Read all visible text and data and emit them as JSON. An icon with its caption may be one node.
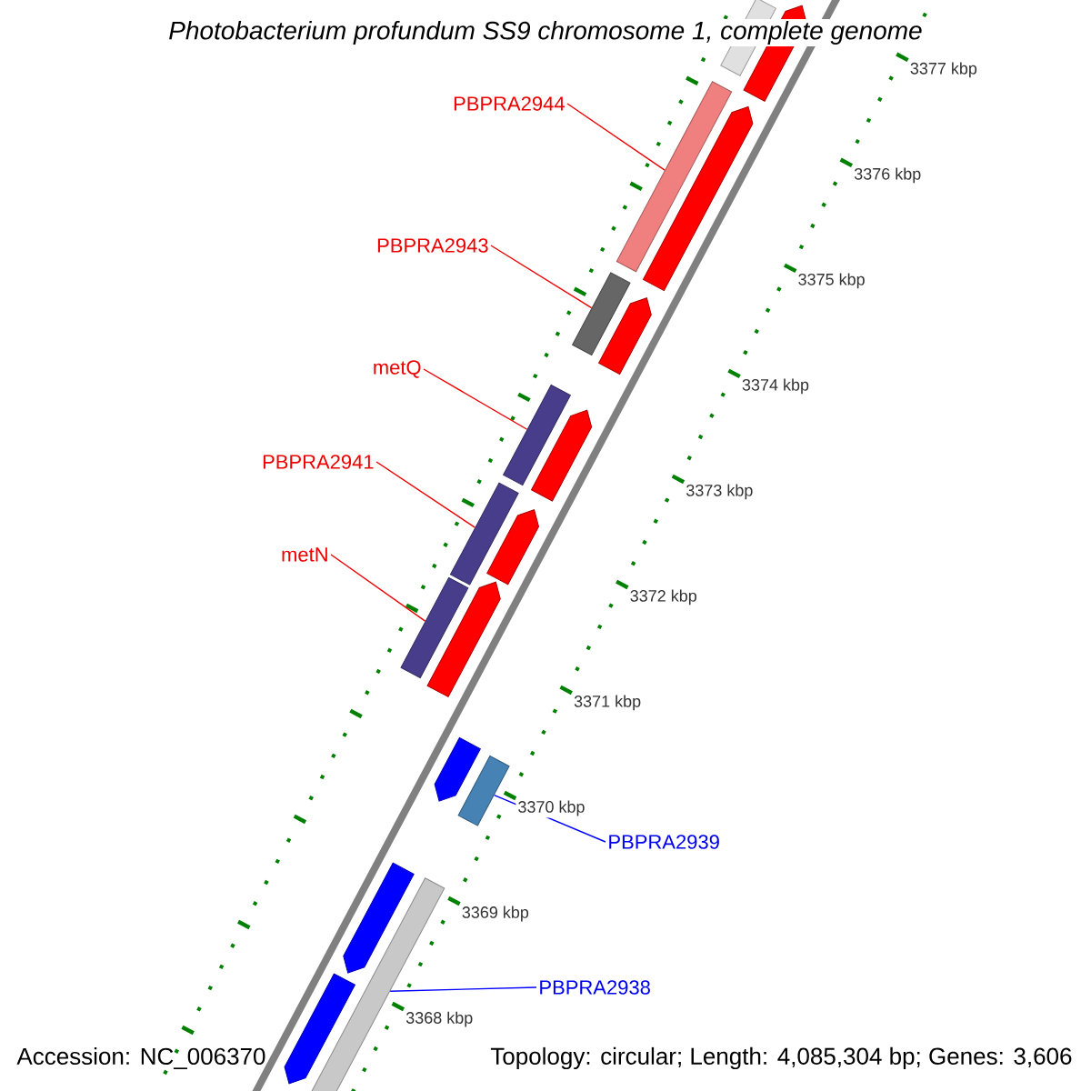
{
  "diagram": {
    "title": "Photobacterium profundum SS9 chromosome 1, complete genome",
    "nodes": [
      {
        "text": [
          "PBPRA2944"
        ]
      },
      {
        "text": [
          "PBPRA2943"
        ]
      },
      {
        "text": [
          "metQ"
        ]
      },
      {
        "text": [
          "PBPRA2941"
        ]
      },
      {
        "text": [
          "metN"
        ]
      },
      {
        "text": [
          "PBPRA2939"
        ]
      },
      {
        "text": [
          "PBPRA2938"
        ]
      },
      {
        "text": [],
        "shape": "bar"
      },
      {
        "text": [],
        "shape": "bar"
      },
      {
        "text": [],
        "shape": "bar"
      },
      {
        "text": [],
        "shape": "bar"
      },
      {
        "text": [],
        "shape": "bar"
      },
      {
        "text": [],
        "shape": "bar"
      },
      {
        "text": [],
        "shape": "pentagon"
      },
      {
        "text": [],
        "shape": "pentagon"
      },
      {
        "text": [],
        "shape": "pentagon"
      },
      {
        "text": [],
        "shape": "pentagon"
      },
      {
        "text": [],
        "shape": "pentagon"
      },
      {
        "text": [],
        "shape": "pentagon"
      },
      {
        "text": [],
        "shape": "pentagon"
      },
      {
        "text": [],
        "shape": "pentagon"
      },
      {
        "text": [],
        "shape": "pentagon"
      },
      {
        "text": [],
        "shape": "bar"
      },
      {
        "text": [],
        "shape": "bar"
      }
    ],
    "edges": [
      {
        "from": 0,
        "to": 8,
        "arrow": "none"
      },
      {
        "from": 1,
        "to": 9,
        "arrow": "none"
      },
      {
        "from": 2,
        "to": 10,
        "arrow": "none"
      },
      {
        "from": 3,
        "to": 11,
        "arrow": "none"
      },
      {
        "from": 4,
        "to": 12,
        "arrow": "none"
      },
      {
        "from": 5,
        "to": 22,
        "arrow": "none",
        "color": "#0000ff"
      },
      {
        "from": 6,
        "to": 23,
        "arrow": "none",
        "color": "#0000ff"
      }
    ],
    "labels": [
      "3377 kbp",
      "3376 kbp",
      "3375 kbp",
      "3374 kbp",
      "3373 kbp",
      "3372 kbp",
      "3371 kbp",
      "3370 kbp",
      "3369 kbp",
      "3368 kbp",
      "Accession: NC_006370",
      "Topology: circular; Length: 4,085,304 bp; Genes: 3,606"
    ]
  }
}
